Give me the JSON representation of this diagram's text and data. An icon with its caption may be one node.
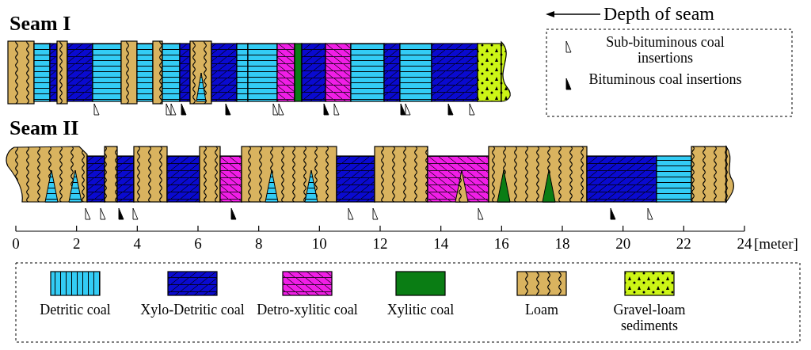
{
  "diagram": {
    "labels": [
      "Seam I",
      "Depth of seam",
      "Seam II",
      "0",
      "2",
      "4",
      "6",
      "8",
      "10",
      "12",
      "14",
      "16",
      "18",
      "20",
      "22",
      "24",
      "[meter]"
    ],
    "legend": [
      {
        "text": "Sub-bituminous coal insertions"
      },
      {
        "text": "Bituminous coal insertions"
      },
      {
        "text": "Detritic coal",
        "color": "#33ccf5"
      },
      {
        "text": "Xylo-Detritic coal",
        "color": "#0a0ad0"
      },
      {
        "text": "Detro-xylitic coal",
        "color": "#f01ee6"
      },
      {
        "text": "Xylitic coal",
        "color": "#0a7d14"
      },
      {
        "text": "Loam",
        "color": "#d9b35f"
      },
      {
        "text": "Gravel-loam sediments",
        "color": "#ccf516"
      }
    ]
  }
}
